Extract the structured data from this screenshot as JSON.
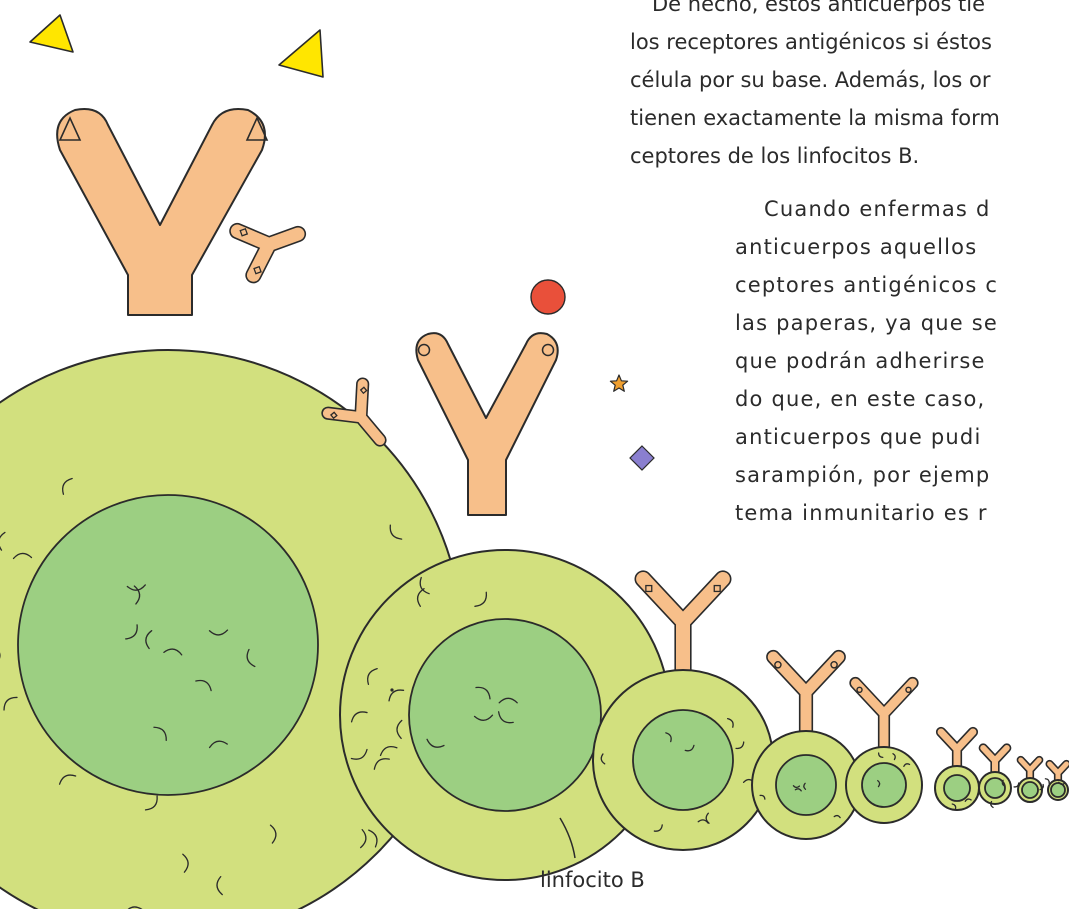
{
  "text_column_top": [
    "De hecho, estos anticuerpos tie",
    "los receptores antigénicos si éstos",
    "célula por su base. Además, los or",
    "tienen exactamente la misma form",
    "ceptores de los linfocitos B."
  ],
  "text_column_bottom": [
    "Cuando enfermas d",
    "anticuerpos aquellos",
    "ceptores antigénicos c",
    "las paperas, ya que se",
    "que podrán adherirse",
    "do que, en este caso,",
    "anticuerpos que pudi",
    "sarampión, por ejemp",
    "tema inmunitario es r"
  ],
  "caption": "linfocito B",
  "colors": {
    "cell_outer": "#d2e07e",
    "cell_inner": "#9ccf82",
    "receptor": "#f7bf8a",
    "outline": "#2b2b2b",
    "antigen_triangle": "#ffe600",
    "antigen_circle": "#e9503a",
    "antigen_diamond": "#8a7fd0",
    "antigen_star": "#f0a030"
  },
  "icons": [
    "y-receptor-icon",
    "lymphocyte-cell-icon",
    "triangle-antigen-icon",
    "circle-antigen-icon",
    "diamond-antigen-icon",
    "star-antigen-icon"
  ]
}
